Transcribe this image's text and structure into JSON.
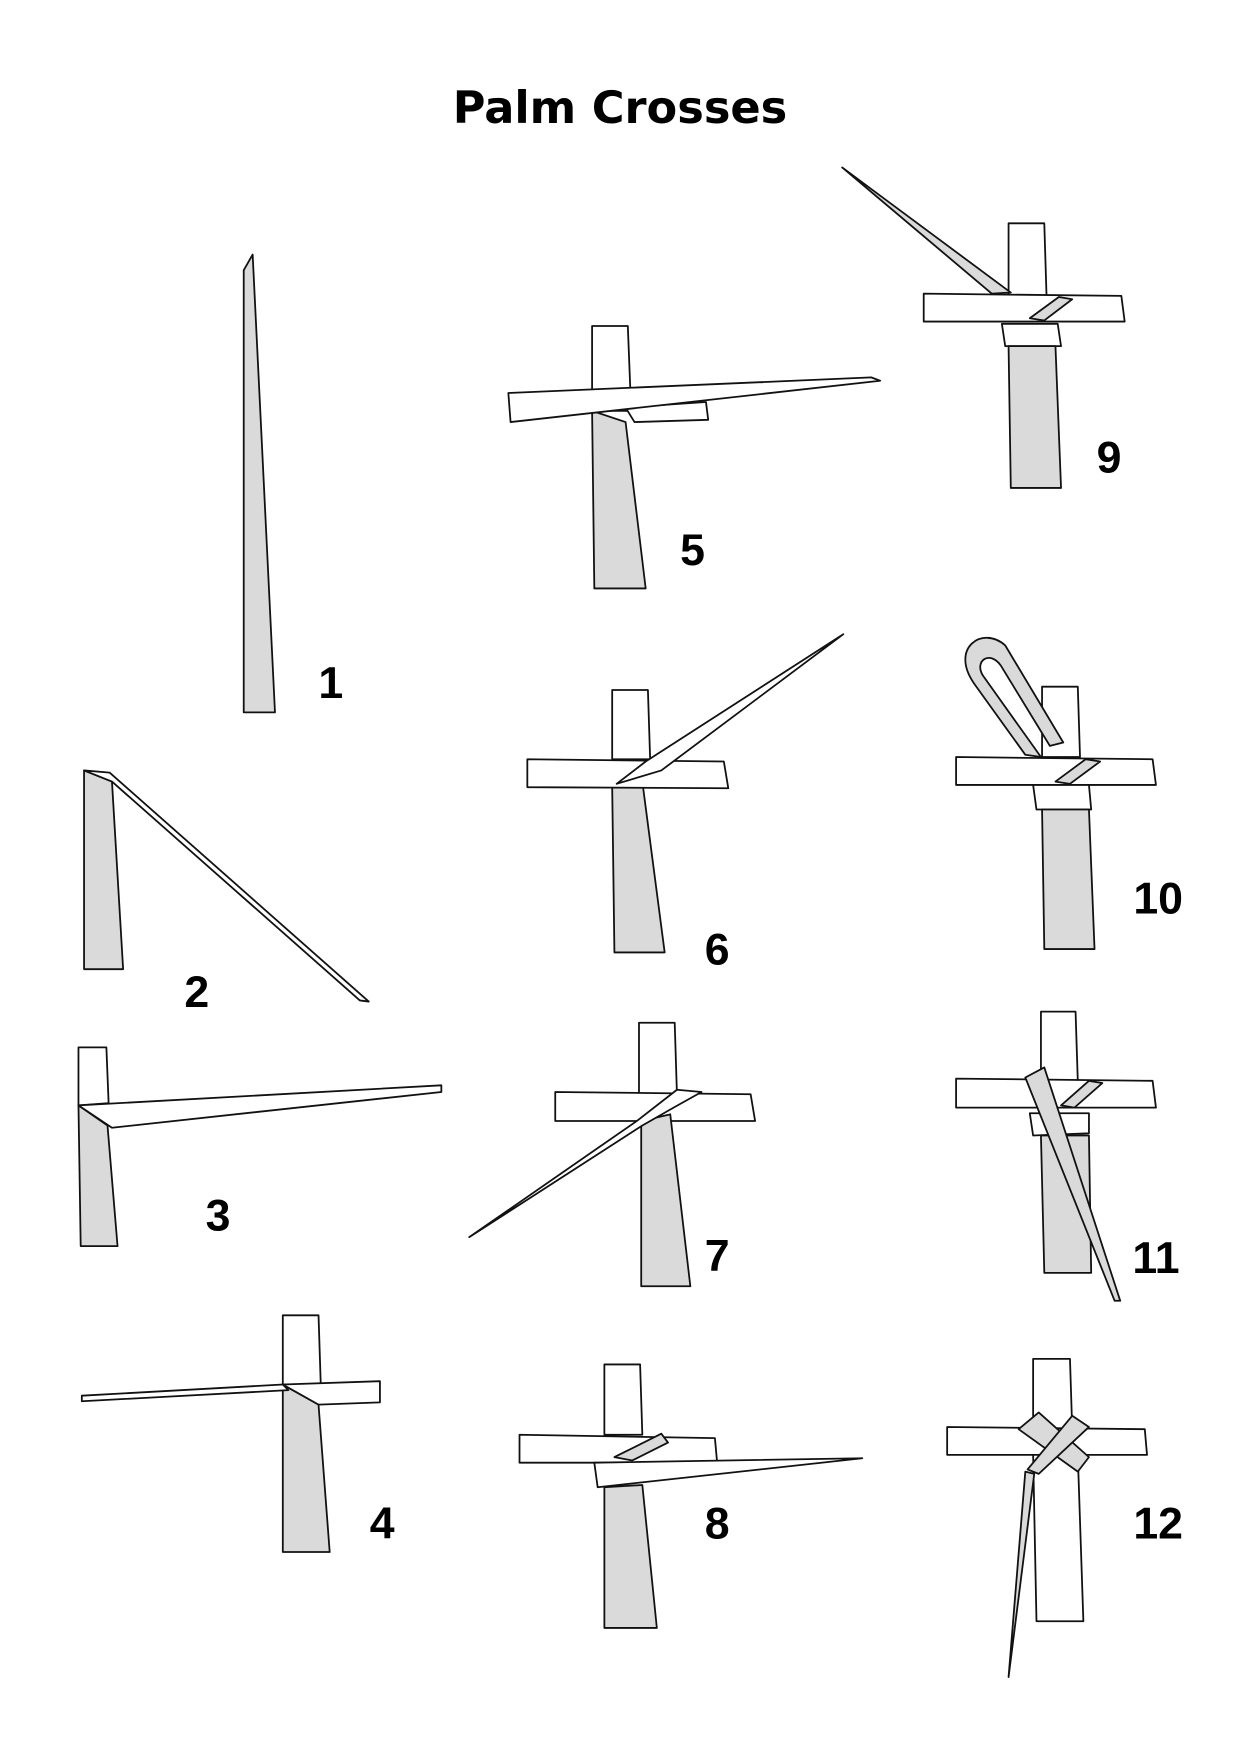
{
  "title": "Palm Crosses",
  "steps": [
    {
      "label": "1"
    },
    {
      "label": "2"
    },
    {
      "label": "3"
    },
    {
      "label": "4"
    },
    {
      "label": "5"
    },
    {
      "label": "6"
    },
    {
      "label": "7"
    },
    {
      "label": "8"
    },
    {
      "label": "9"
    },
    {
      "label": "10"
    },
    {
      "label": "11"
    },
    {
      "label": "12"
    }
  ],
  "colors": {
    "stem_fill": "#dadada",
    "strip_fill": "#ffffff",
    "outline": "#111111"
  }
}
